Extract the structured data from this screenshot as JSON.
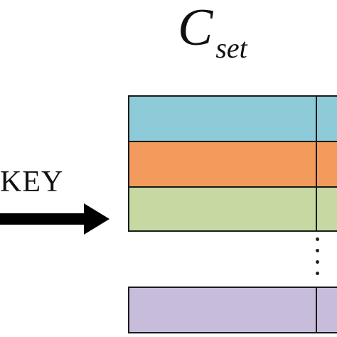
{
  "diagram": {
    "title_main": "C",
    "title_sub": "set",
    "arrow_label": "KEY",
    "rows": [
      {
        "color": "#8ecbd9"
      },
      {
        "color": "#f39b5c"
      },
      {
        "color": "#c6d9a3"
      },
      {
        "color": "#c7bddb"
      }
    ],
    "ellipsis_color": "#222222"
  }
}
